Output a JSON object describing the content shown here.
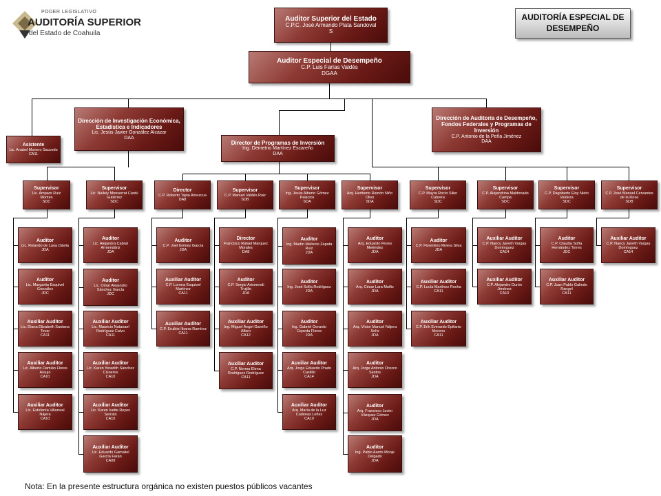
{
  "logo": {
    "top": "PODER LEGISLATIVO",
    "mid": "AUDITORÍA SUPERIOR",
    "bottom": "del Estado de Coahuila"
  },
  "tag": "AUDITORÍA ESPECIAL DE DESEMPEÑO",
  "note": "Nota: En la presente estructura orgánica no existen puestos públicos vacantes",
  "nodes": {
    "root": {
      "t": "Auditor Superior del Estado",
      "n": "C.P.C. José Armando Plata Sandoval",
      "c": "S"
    },
    "esp": {
      "t": "Auditor Especial de Desempeño",
      "n": "C.P. Luis Farías Valdés",
      "c": "DGAA"
    },
    "asis": {
      "t": "Asistente",
      "n": "Lic. Anabel Moreno Saucedo",
      "c": "CA11"
    },
    "dir1": {
      "t": "Dirección de Investigación Económica, Estadística e Indicadores",
      "n": "Lic. Jesús Javier González Alcázar",
      "c": "DAA"
    },
    "dir2": {
      "t": "Director de Programas de Inversión",
      "n": "Ing. Demetrio Martínez Escareño",
      "c": "DAA"
    },
    "dir3": {
      "t": "Dirección de Auditoría de Desempeño, Fondos Federales y Programas de Inversión",
      "n": "C.P. Antonio de la Peña Jiménez",
      "c": "DAA"
    },
    "s1": {
      "t": "Supervisor",
      "n": "Lic. Amparo Ruiz Montes",
      "c": "SDC"
    },
    "s2": {
      "t": "Supervisor",
      "n": "Lic. Nallely Monserrat Cantú Gutiérrez",
      "c": "SDC"
    },
    "s3": {
      "t": "Director",
      "n": "C.P. Roberto Tapia Amezcua",
      "c": "DA8"
    },
    "s4": {
      "t": "Supervisor",
      "n": "C.P. Manuel Valdés Ruiz",
      "c": "SDB"
    },
    "s5": {
      "t": "Supervisor",
      "n": "Ing. Jesús Alberto Gómez Palacios",
      "c": "SDA"
    },
    "s6": {
      "t": "Supervisor",
      "n": "Arq. Heriberto Ramón Niño Olivo",
      "c": "SDA"
    },
    "s7": {
      "t": "Supervisor",
      "n": "C.P. Mayra Rocío Silier Cabrera",
      "c": "SDC"
    },
    "s8": {
      "t": "Supervisor",
      "n": "C.P. Alejandrina Maldonado Campa",
      "c": "SDC"
    },
    "s9": {
      "t": "Supervisor",
      "n": "C.P. Dagoberto Eloy Nieto Valdeza",
      "c": "SDC"
    },
    "s10": {
      "t": "Supervisor",
      "n": "C.P. José Manuel Cervantes de la Rosa",
      "c": "SDB"
    },
    "a1_1": {
      "t": "Auditor",
      "n": "Lic. Rolando de Luna Dávila",
      "c": "JDA"
    },
    "a1_2": {
      "t": "Auditor",
      "n": "Lic. Margarita Esquivel González",
      "c": "JDC"
    },
    "a1_3": {
      "t": "Auxiliar Auditor",
      "n": "Lic. Diana Elizabeth Santana Tovar",
      "c": "CA11"
    },
    "a1_4": {
      "t": "Auxiliar Auditor",
      "n": "Lic. Alberto Damián Flores Araujo",
      "c": "CA10"
    },
    "a1_5": {
      "t": "Auxiliar Auditor",
      "n": "Lic. Estefanía Villarreal Nájera",
      "c": "CA10"
    },
    "a2_1": {
      "t": "Auditor",
      "n": "Lic. Alejandra Cabral Armendáriz",
      "c": "JDA"
    },
    "a2_2": {
      "t": "Auditor",
      "n": "Lic. Omar Alejandro Sánchez García",
      "c": "JDC"
    },
    "a2_3": {
      "t": "Auxiliar Auditor",
      "n": "Lic. Mauricio Natanael Rodríguez Calvo",
      "c": "CA11"
    },
    "a2_4": {
      "t": "Auxiliar Auditor",
      "n": "Lic. Karen Yeradith Sánchez Cisneros",
      "c": "CA10"
    },
    "a2_5": {
      "t": "Auxiliar Auditor",
      "n": "Lic. Karen Ivette Reyes Serrato",
      "c": "CA10"
    },
    "a2_6": {
      "t": "Auxiliar Auditor",
      "n": "Lic. Eduardo Gamaliel García Farán",
      "c": "CA09"
    },
    "a3_1": {
      "t": "Auditor",
      "n": "C.P. Joel Gómez García",
      "c": "JDA"
    },
    "a3_2": {
      "t": "Auxiliar Auditor",
      "n": "C.P. Lorena Esquivel Martínez",
      "c": "CA11"
    },
    "a3_3": {
      "t": "Auxiliar Auditor",
      "n": "C.P. Eruibiel Ibarra Ramírez",
      "c": "CA11"
    },
    "a4_1": {
      "t": "Director",
      "n": "Francisco Rafael Márquez Morales",
      "c": "DA8"
    },
    "a4_2": {
      "t": "Auditor",
      "n": "C.P. Sergio Arismendi Trujillo",
      "c": "JDA"
    },
    "a4_3": {
      "t": "Auxiliar Auditor",
      "n": "Ing. Miguel Ángel Gamiño Alfaro",
      "c": "CA12"
    },
    "a4_4": {
      "t": "Auxiliar Auditor",
      "n": "C.P. Norma Elena Rodríguez Rodríguez",
      "c": "CA11"
    },
    "a5_1": {
      "t": "Auditor",
      "n": "Ing. Martín Mellecio Zapata Ruiz",
      "c": "JDA"
    },
    "a5_2": {
      "t": "Auditor",
      "n": "Ing. José Sofía Rodríguez",
      "c": "JDA"
    },
    "a5_3": {
      "t": "Auditor",
      "n": "Ing. Gabriel Gerardo Cepeda Flores",
      "c": "JDA"
    },
    "a5_4": {
      "t": "Auxiliar Auditor",
      "n": "Arq. Jorge Eduardo Prado Castillo",
      "c": "CA14"
    },
    "a5_5": {
      "t": "Auxiliar Auditor",
      "n": "Arq. María de la Luz Cadenas Leñez",
      "c": "CA10"
    },
    "a6_1": {
      "t": "Auditor",
      "n": "Arq. Eduardo Flores Meléndez",
      "c": "JDA"
    },
    "a6_2": {
      "t": "Auditor",
      "n": "Arq. César Lara Muñiz",
      "c": "JDA"
    },
    "a6_3": {
      "t": "Auditor",
      "n": "Arq. Víctor Manuel Nájera Solís",
      "c": "JDA"
    },
    "a6_4": {
      "t": "Auditor",
      "n": "Arq. Jorge Antonio Orozco Santos",
      "c": "JDA"
    },
    "a6_5": {
      "t": "Auditor",
      "n": "Arq. Francisco Javier Vázquez Gómez",
      "c": "JDA"
    },
    "a6_6": {
      "t": "Auditor",
      "n": "Ing. Pablo Aarón Monje Delgado",
      "c": "JDA"
    },
    "a7_1": {
      "t": "Auditor",
      "n": "C.P. Florentino Rivera Silva",
      "c": "JDA"
    },
    "a7_2": {
      "t": "Auxiliar Auditor",
      "n": "C.P. Lucía Martínez Rocha",
      "c": "CA11"
    },
    "a7_3": {
      "t": "Auxiliar Auditor",
      "n": "C.P. Erik Everardo Epifanio Moreno",
      "c": "CA11"
    },
    "a8_1": {
      "t": "Auxiliar Auditor",
      "n": "C.P. Nancy Janeth Vargas Domínguez",
      "c": "CA14"
    },
    "a8_2": {
      "t": "Auxiliar Auditor",
      "n": "C.P. Alejandro Durón Jiménez",
      "c": "CA10"
    },
    "a9_1": {
      "t": "Auditor",
      "n": "C.P. Claudia Sofía Hernández Torres",
      "c": "JDC"
    },
    "a9_2": {
      "t": "Auxiliar Auditor",
      "n": "C.P. Juan Pablo Galindo Rangel",
      "c": "CA11"
    },
    "a10_1": {
      "t": "Auxiliar Auditor",
      "n": "C.P. Nancy Janeth Vargas Domínguez",
      "c": "CA14"
    }
  }
}
